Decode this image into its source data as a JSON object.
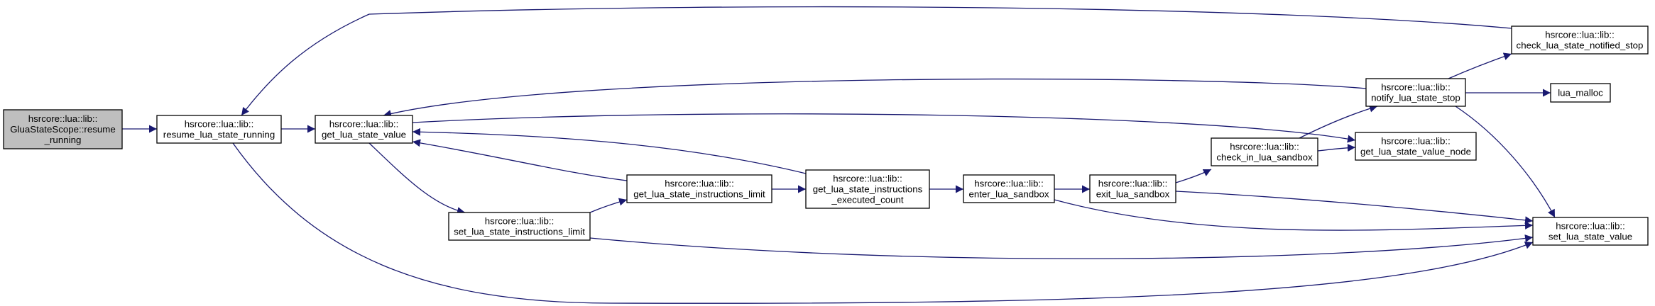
{
  "colors": {
    "edge": "#191970",
    "focus_fill": "#bfbfbf",
    "node_fill": "#ffffff",
    "border": "#000000"
  },
  "nodes": [
    {
      "id": "n0",
      "lines": [
        "hsrcore::lua::lib::",
        "GluaStateScope::resume",
        "_running"
      ],
      "focus": true
    },
    {
      "id": "n1",
      "lines": [
        "hsrcore::lua::lib::",
        "resume_lua_state_running"
      ]
    },
    {
      "id": "n2",
      "lines": [
        "hsrcore::lua::lib::",
        "get_lua_state_value"
      ]
    },
    {
      "id": "n3",
      "lines": [
        "hsrcore::lua::lib::",
        "set_lua_state_instructions_limit"
      ]
    },
    {
      "id": "n4",
      "lines": [
        "hsrcore::lua::lib::",
        "get_lua_state_instructions_limit"
      ]
    },
    {
      "id": "n5",
      "lines": [
        "hsrcore::lua::lib::",
        "get_lua_state_instructions",
        "_executed_count"
      ]
    },
    {
      "id": "n6",
      "lines": [
        "hsrcore::lua::lib::",
        "enter_lua_sandbox"
      ]
    },
    {
      "id": "n7",
      "lines": [
        "hsrcore::lua::lib::",
        "exit_lua_sandbox"
      ]
    },
    {
      "id": "n8",
      "lines": [
        "hsrcore::lua::lib::",
        "check_in_lua_sandbox"
      ]
    },
    {
      "id": "n9",
      "lines": [
        "hsrcore::lua::lib::",
        "notify_lua_state_stop"
      ]
    },
    {
      "id": "n10",
      "lines": [
        "hsrcore::lua::lib::",
        "check_lua_state_notified_stop"
      ]
    },
    {
      "id": "n11",
      "lines": [
        "lua_malloc"
      ]
    },
    {
      "id": "n12",
      "lines": [
        "hsrcore::lua::lib::",
        "get_lua_state_value_node"
      ]
    },
    {
      "id": "n13",
      "lines": [
        "hsrcore::lua::lib::",
        "set_lua_state_value"
      ]
    }
  ],
  "edges": [
    {
      "from": "n0",
      "to": "n1"
    },
    {
      "from": "n1",
      "to": "n2"
    },
    {
      "from": "n1",
      "to": "n13"
    },
    {
      "from": "n2",
      "to": "n3"
    },
    {
      "from": "n2",
      "to": "n12"
    },
    {
      "from": "n3",
      "to": "n4"
    },
    {
      "from": "n3",
      "to": "n13"
    },
    {
      "from": "n4",
      "to": "n2"
    },
    {
      "from": "n4",
      "to": "n5"
    },
    {
      "from": "n5",
      "to": "n2"
    },
    {
      "from": "n5",
      "to": "n6"
    },
    {
      "from": "n6",
      "to": "n7"
    },
    {
      "from": "n6",
      "to": "n13"
    },
    {
      "from": "n7",
      "to": "n8"
    },
    {
      "from": "n7",
      "to": "n13"
    },
    {
      "from": "n8",
      "to": "n9"
    },
    {
      "from": "n8",
      "to": "n12"
    },
    {
      "from": "n9",
      "to": "n2"
    },
    {
      "from": "n9",
      "to": "n10"
    },
    {
      "from": "n9",
      "to": "n11"
    },
    {
      "from": "n9",
      "to": "n13"
    },
    {
      "from": "n10",
      "to": "n1"
    }
  ]
}
